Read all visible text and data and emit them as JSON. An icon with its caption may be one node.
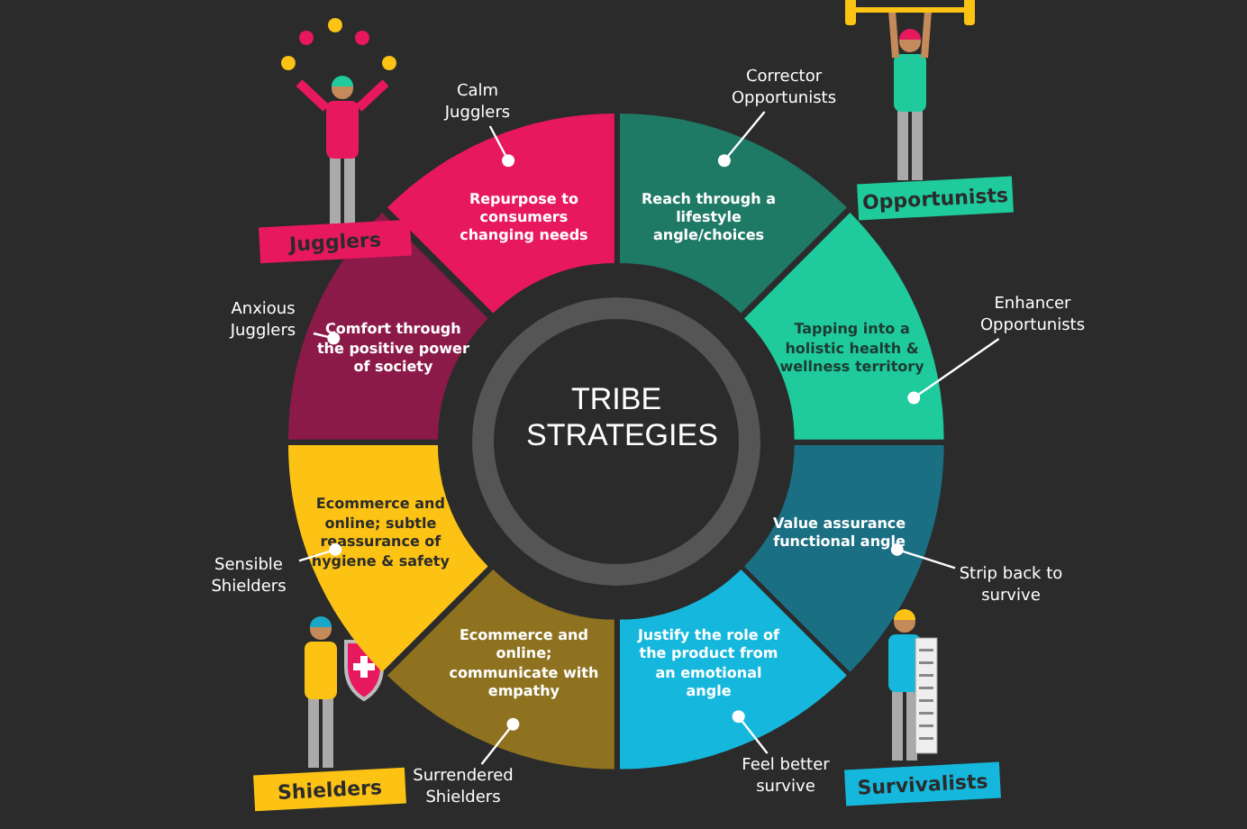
{
  "diagram": {
    "title": "TRIBE STRATEGIES",
    "nodes": [
      {
        "text": [
          "Repurpose to consumers changing needs"
        ]
      },
      {
        "text": [
          "Reach through a lifestyle angle/choices"
        ]
      },
      {
        "text": [
          "Comfort through the positive power of society"
        ]
      },
      {
        "text": [
          "Tapping into a holistic health & wellness territory"
        ]
      },
      {
        "text": [
          "Ecommerce and online; subtle reassurance of hygiene & safety"
        ]
      },
      {
        "text": [
          "Value assurance functional angle"
        ]
      },
      {
        "text": [
          "Ecommerce and online; communicate with empathy"
        ]
      },
      {
        "text": [
          "Justify the role of the product from an emotional angle"
        ]
      },
      {
        "text": [
          "Calm Jugglers"
        ]
      },
      {
        "text": [
          "Corrector Opportunists"
        ]
      },
      {
        "text": [
          "Anxious Jugglers"
        ]
      },
      {
        "text": [
          "Enhancer Opportunists"
        ]
      },
      {
        "text": [
          "Sensible Shielders"
        ]
      },
      {
        "text": [
          "Strip back to survive"
        ]
      },
      {
        "text": [
          "Surrendered Shielders"
        ]
      },
      {
        "text": [
          "Feel better survive"
        ]
      },
      {
        "text": [
          "Jugglers"
        ]
      },
      {
        "text": [
          "Opportunists"
        ]
      },
      {
        "text": [
          "Shielders"
        ]
      },
      {
        "text": [
          "Survivalists"
        ]
      }
    ],
    "edges": [
      {
        "from": 8,
        "to": 0,
        "arrow": "other"
      },
      {
        "from": 9,
        "to": 1,
        "arrow": "other"
      },
      {
        "from": 10,
        "to": 2,
        "arrow": "other"
      },
      {
        "from": 11,
        "to": 3,
        "arrow": "other"
      },
      {
        "from": 12,
        "to": 4,
        "arrow": "other"
      },
      {
        "from": 13,
        "to": 5,
        "arrow": "other"
      },
      {
        "from": 14,
        "to": 6,
        "arrow": "other"
      },
      {
        "from": 15,
        "to": 7,
        "arrow": "other"
      }
    ]
  }
}
